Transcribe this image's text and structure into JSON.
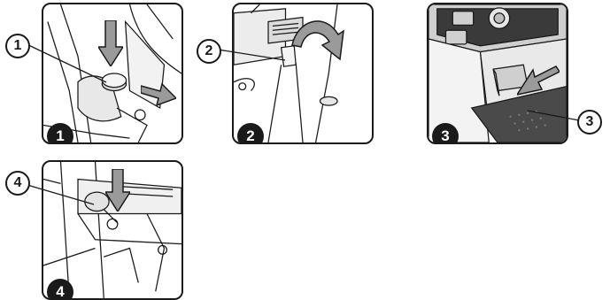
{
  "figures": [
    {
      "step_label": "1",
      "callout_label": "1"
    },
    {
      "step_label": "2",
      "callout_label": "2"
    },
    {
      "step_label": "3",
      "callout_label": "3"
    },
    {
      "step_label": "4",
      "callout_label": "4"
    }
  ],
  "icons": {
    "push_arrow": "push-down-arrow",
    "release_arrow": "release-arrow",
    "rotate_arrow": "rotate-arrow"
  },
  "colors": {
    "frame": "#1a1a1a",
    "arrow_fill": "#9a9a9a",
    "badge": "#1a1a1a",
    "tread": "#4a4a4a"
  }
}
